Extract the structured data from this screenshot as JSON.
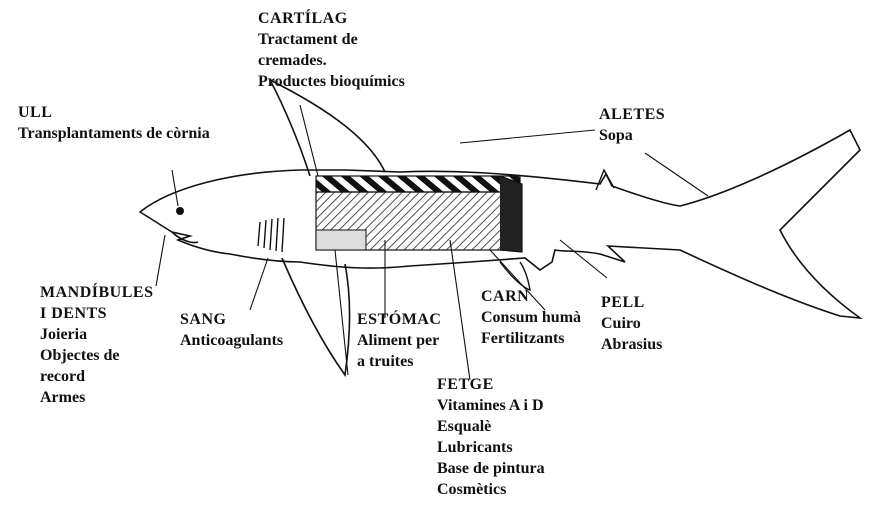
{
  "labels": {
    "cartilag": {
      "title": "CARTÍLAG",
      "lines": [
        "Tractament de",
        "cremades.",
        "Productes bioquímics"
      ]
    },
    "ull": {
      "title": "ULL",
      "lines": [
        "Transplantaments de còrnia"
      ]
    },
    "aletes": {
      "title": "ALETES",
      "lines": [
        "Sopa"
      ]
    },
    "mandibules": {
      "title": "MANDÍBULES",
      "title2": "I DENTS",
      "lines": [
        "Joieria",
        "Objectes de",
        "record",
        "Armes"
      ]
    },
    "sang": {
      "title": "SANG",
      "lines": [
        "Anticoagulants"
      ]
    },
    "estomac": {
      "title": "ESTÓMAC",
      "lines": [
        "Aliment per",
        "a truites"
      ]
    },
    "carn": {
      "title": "CARN",
      "lines": [
        "Consum humà",
        "Fertilitzants"
      ]
    },
    "pell": {
      "title": "PELL",
      "lines": [
        "Cuiro",
        "Abrasius"
      ]
    },
    "fetge": {
      "title": "FETGE",
      "lines": [
        "Vitamines A i D",
        "Esqualè",
        "Lubricants",
        "Base de pintura",
        "Cosmètics"
      ]
    }
  },
  "colors": {
    "ink": "#111111",
    "background": "#ffffff"
  }
}
